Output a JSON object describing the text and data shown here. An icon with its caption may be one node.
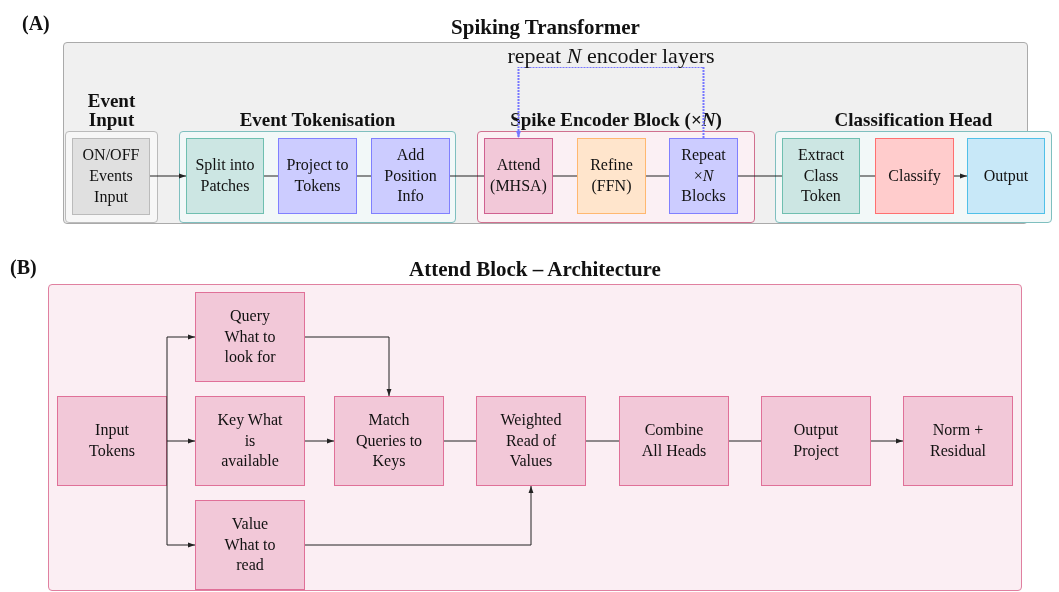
{
  "diagram": {
    "nodes": [
      {
        "text": [
          "Spiking Transformer"
        ]
      },
      {
        "text": [
          "Event Input"
        ],
        "in": 0
      },
      {
        "text": [
          "ON/OFF Events Input"
        ],
        "in": 1
      },
      {
        "text": [
          "Event Tokenisation"
        ],
        "in": 0
      },
      {
        "text": [
          "Split into Patches"
        ],
        "in": 3
      },
      {
        "text": [
          "Project to Tokens"
        ],
        "in": 3
      },
      {
        "text": [
          "Add Position Info"
        ],
        "in": 3
      },
      {
        "text": [
          "Spike Encoder Block (×*N*)"
        ],
        "in": 0
      },
      {
        "text": [
          "Attend (MHSA)"
        ],
        "in": 7
      },
      {
        "text": [
          "Refine (FFN)"
        ],
        "in": 7
      },
      {
        "text": [
          "Repeat ×*N* Blocks"
        ],
        "in": 7
      },
      {
        "text": [
          "Classification Head"
        ],
        "in": 0
      },
      {
        "text": [
          "Extract Class Token"
        ],
        "in": 11
      },
      {
        "text": [
          "Classify"
        ],
        "in": 11
      },
      {
        "text": [
          "Output"
        ],
        "in": 11
      },
      {
        "text": [
          "Attend Block – Architecture"
        ]
      },
      {
        "text": [
          "Input Tokens"
        ],
        "in": 15
      },
      {
        "text": [
          "Query What to look for"
        ],
        "in": 15
      },
      {
        "text": [
          "Key What is available"
        ],
        "in": 15
      },
      {
        "text": [
          "Value What to read"
        ],
        "in": 15
      },
      {
        "text": [
          "Match Queries to Keys"
        ],
        "in": 15
      },
      {
        "text": [
          "Weighted Read of Values"
        ],
        "in": 15
      },
      {
        "text": [
          "Combine All Heads"
        ],
        "in": 15
      },
      {
        "text": [
          "Output Project"
        ],
        "in": 15
      },
      {
        "text": [
          "Norm + Residual"
        ],
        "in": 15
      }
    ],
    "edges": [
      {
        "from": 2,
        "to": 4,
        "arrow": "to"
      },
      {
        "from": 4,
        "to": 5,
        "arrow": "none"
      },
      {
        "from": 5,
        "to": 6,
        "arrow": "none"
      },
      {
        "from": 6,
        "to": 8,
        "arrow": "none"
      },
      {
        "from": 8,
        "to": 9,
        "arrow": "none"
      },
      {
        "from": 9,
        "to": 10,
        "arrow": "none"
      },
      {
        "from": 10,
        "to": 12,
        "arrow": "none"
      },
      {
        "from": 12,
        "to": 13,
        "arrow": "none"
      },
      {
        "from": 13,
        "to": 14,
        "arrow": "to"
      },
      {
        "from": 10,
        "to": 8,
        "arrow": "to",
        "label": "repeat *N* encoder layers",
        "style": "dashed",
        "color": "#7777ff"
      },
      {
        "from": 16,
        "to": 17,
        "arrow": "to"
      },
      {
        "from": 16,
        "to": 18,
        "arrow": "to"
      },
      {
        "from": 16,
        "to": 19,
        "arrow": "to"
      },
      {
        "from": 17,
        "to": 20,
        "arrow": "to"
      },
      {
        "from": 18,
        "to": 20,
        "arrow": "to"
      },
      {
        "from": 20,
        "to": 21,
        "arrow": "none"
      },
      {
        "from": 19,
        "to": 21,
        "arrow": "to"
      },
      {
        "from": 21,
        "to": 22,
        "arrow": "none"
      },
      {
        "from": 22,
        "to": 23,
        "arrow": "none"
      },
      {
        "from": 23,
        "to": 24,
        "arrow": "to"
      }
    ],
    "labels": [
      "(A)",
      "(B)"
    ]
  }
}
